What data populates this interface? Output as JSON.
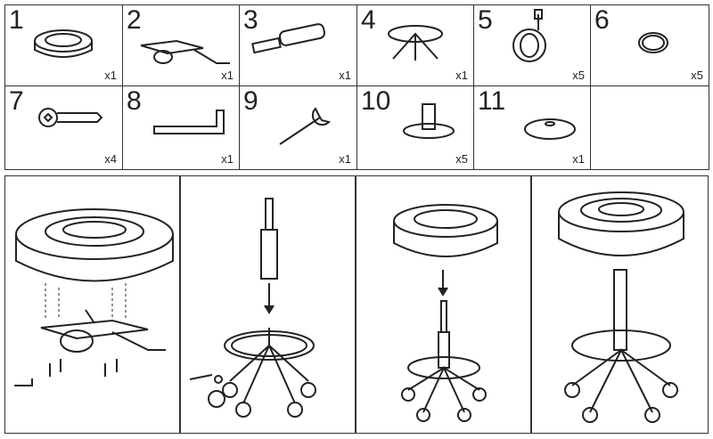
{
  "parts": [
    {
      "number": "1",
      "qty": "x1",
      "icon": "seat-cushion"
    },
    {
      "number": "2",
      "qty": "x1",
      "icon": "seat-mechanism"
    },
    {
      "number": "3",
      "qty": "x1",
      "icon": "gas-cylinder"
    },
    {
      "number": "4",
      "qty": "x1",
      "icon": "base-footring"
    },
    {
      "number": "5",
      "qty": "x5",
      "icon": "caster-wheel"
    },
    {
      "number": "6",
      "qty": "x5",
      "icon": "clip-ring"
    },
    {
      "number": "7",
      "qty": "x4",
      "icon": "screw"
    },
    {
      "number": "8",
      "qty": "x1",
      "icon": "allen-key"
    },
    {
      "number": "9",
      "qty": "x1",
      "icon": "wrench"
    },
    {
      "number": "10",
      "qty": "x5",
      "icon": "glide-socket"
    },
    {
      "number": "11",
      "qty": "x1",
      "icon": "washer-disc"
    }
  ],
  "steps": [
    "attach-mechanism",
    "insert-cylinder-casters",
    "mount-seat",
    "assembled-stool"
  ]
}
